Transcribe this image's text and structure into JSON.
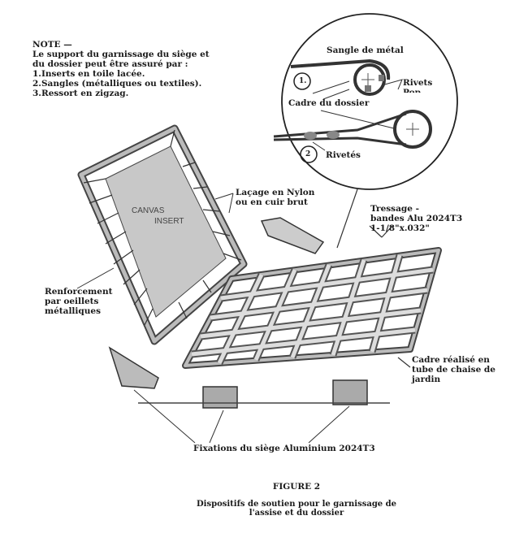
{
  "note": {
    "title": "NOTE —",
    "lines": [
      "Le support du garnissage du siège et",
      "du dossier peut être assuré par :",
      "1.Inserts en toile lacée.",
      "2.Sangles (métalliques ou textiles).",
      "3.Ressort en zigzag."
    ]
  },
  "detail": {
    "sangle": "Sangle de métal",
    "rivets_pop": [
      "Rivets",
      "Pop"
    ],
    "cadre_dossier": "Cadre du dossier",
    "rivetes": "Rivetés",
    "num1": "1.",
    "num2": "2"
  },
  "labels": {
    "lacage": [
      "Laçage en Nylon",
      "ou en cuir brut"
    ],
    "tressage": [
      "Tressage -",
      "bandes Alu 2024T3",
      "1-1/8\"x.032\""
    ],
    "renforcement": [
      "Renforcement",
      "par oeillets",
      "métalliques"
    ],
    "cadre_realise": [
      "Cadre réalisé en",
      "tube de chaise de",
      "jardin"
    ],
    "fixations": "Fixations du siège Aluminium 2024T3",
    "canvas": "CANVAS",
    "insert": "INSERT"
  },
  "caption": {
    "figure": "FIGURE 2",
    "lines": [
      "Dispositifs de soutien pour le garnissage de",
      "l'assise et du dossier"
    ]
  }
}
